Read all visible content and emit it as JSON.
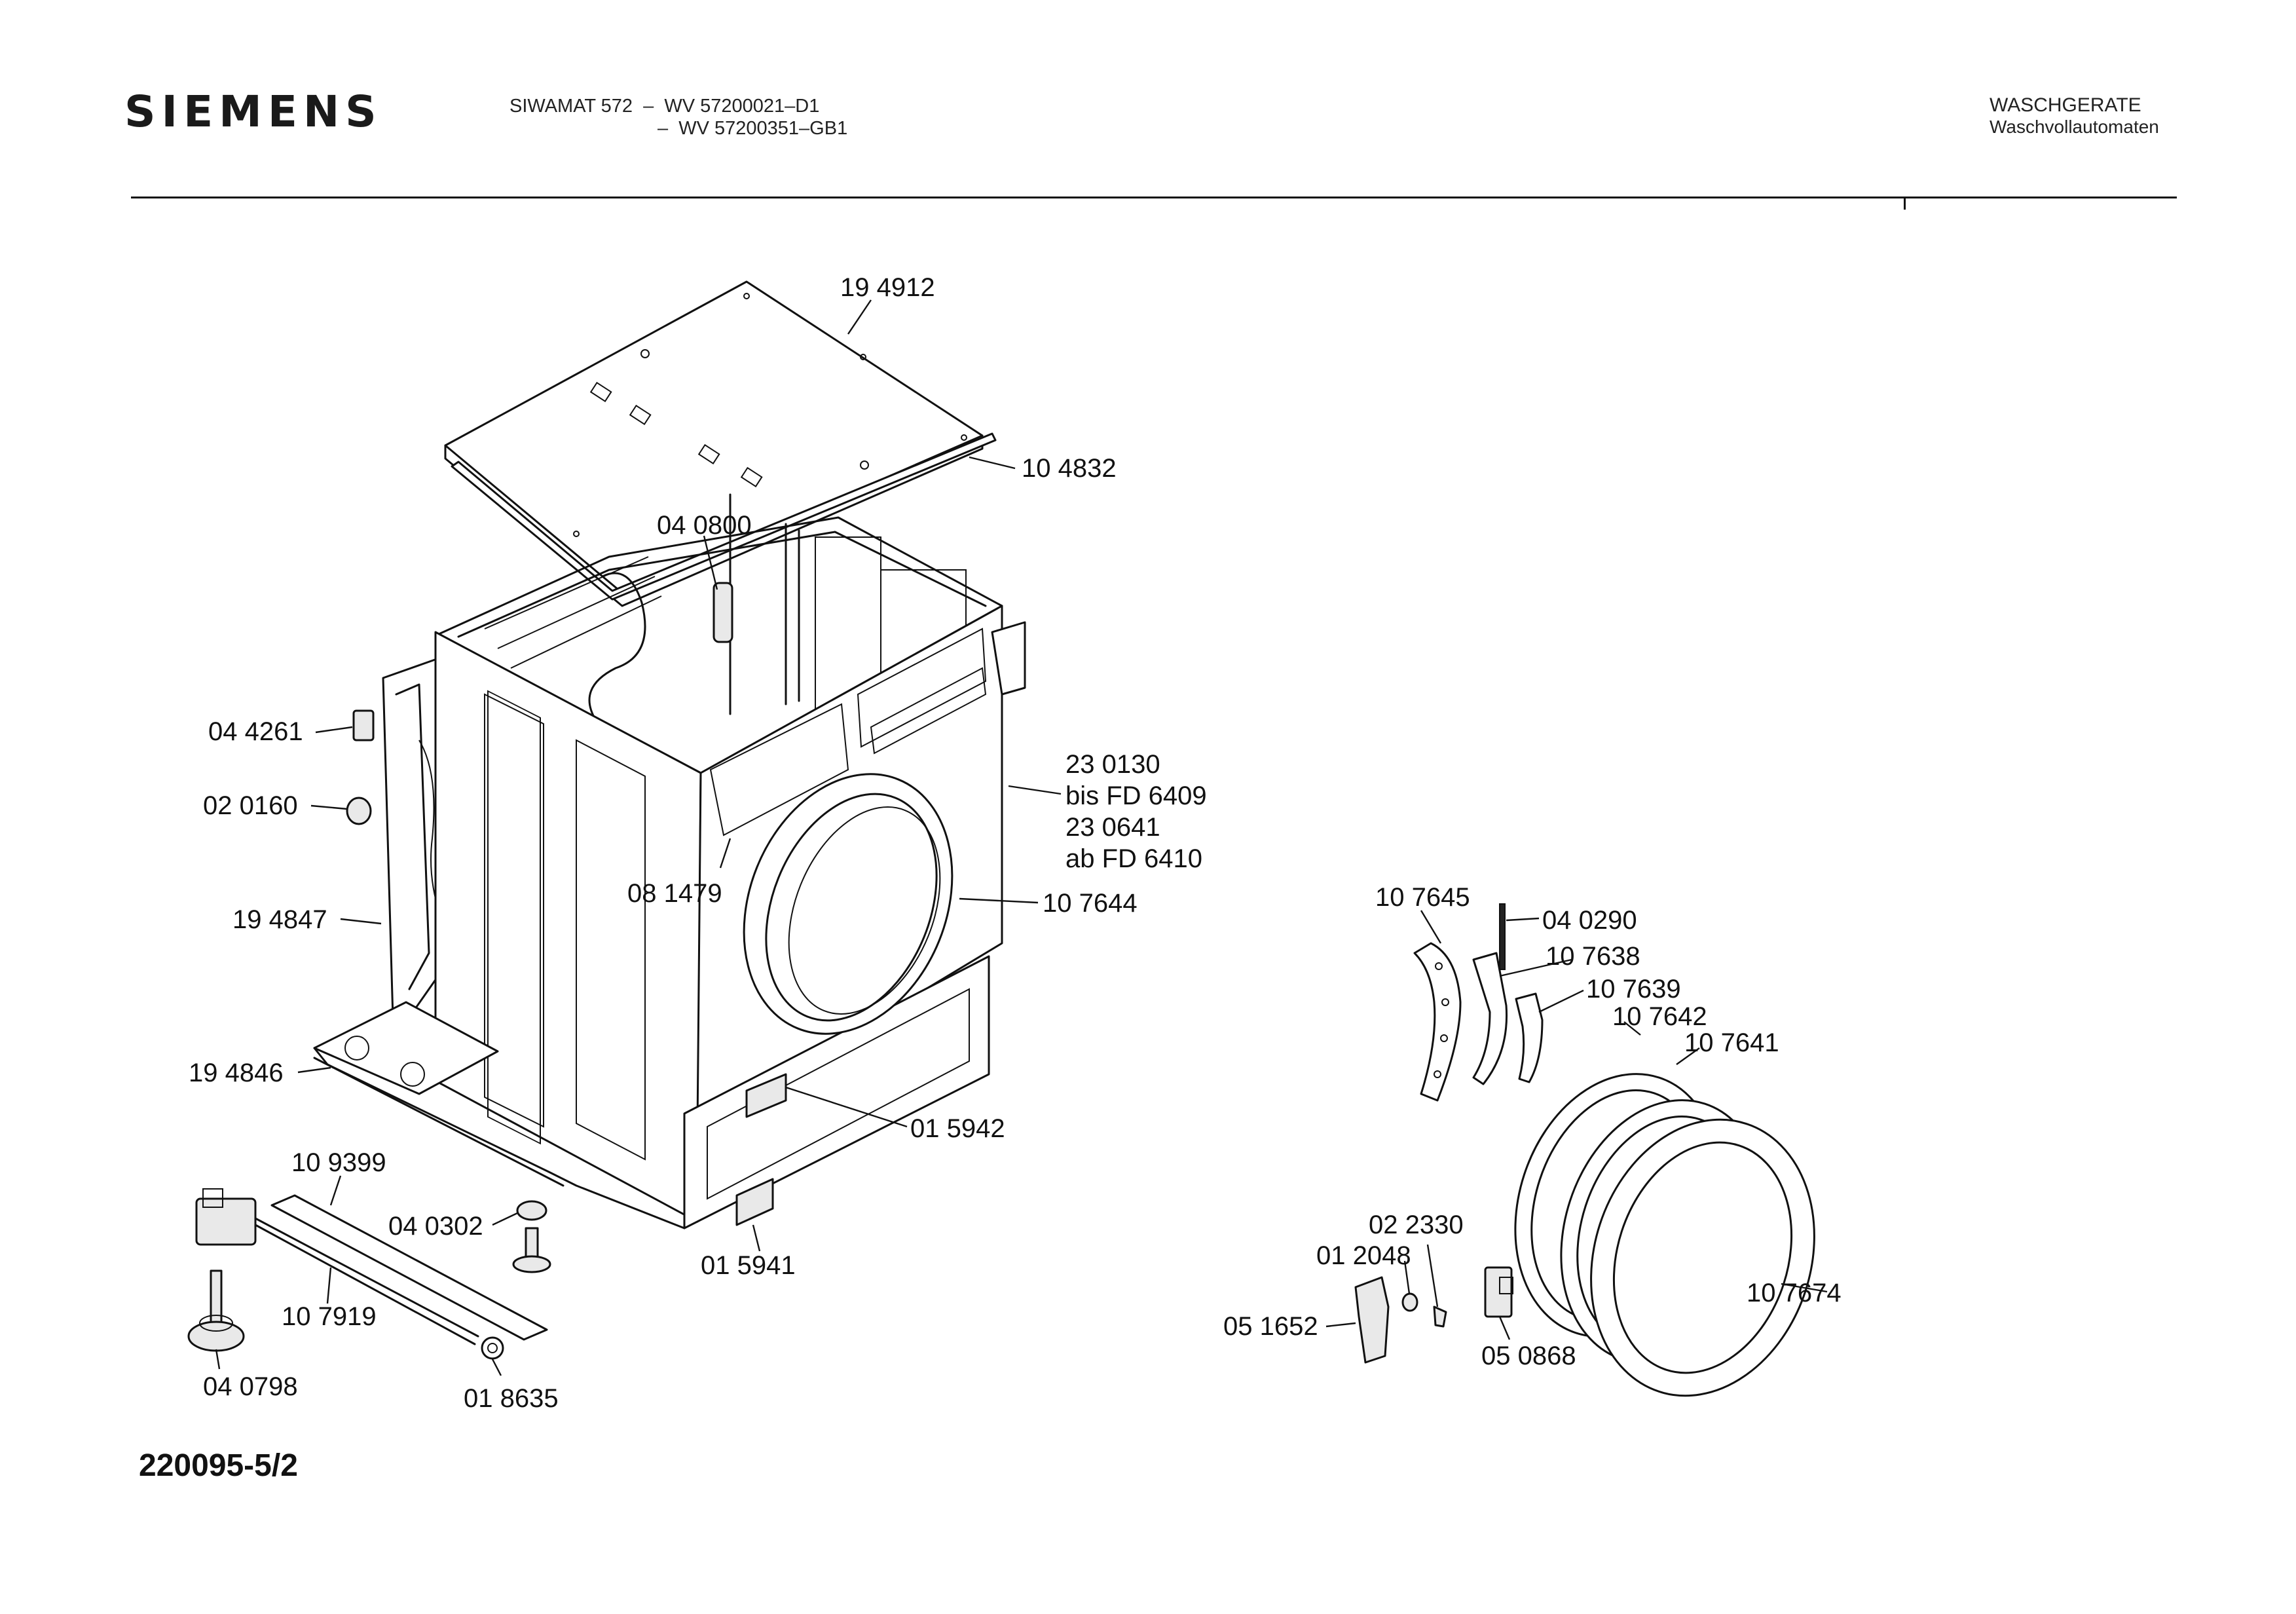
{
  "header": {
    "brand": "SIEMENS",
    "model_line_1": "SIWAMAT 572  –  WV 57200021–D1",
    "model_line_2": "–  WV 57200351–GB1",
    "category": "WASCHGERATE",
    "subcategory": "Waschvollautomaten"
  },
  "footer": {
    "document_number": "220095-5/2"
  },
  "parts": [
    {
      "id": "p-194912",
      "text": "19 4912"
    },
    {
      "id": "p-104832",
      "text": "10 4832"
    },
    {
      "id": "p-040800",
      "text": "04 0800"
    },
    {
      "id": "p-044261",
      "text": "04 4261"
    },
    {
      "id": "p-020160",
      "text": "02 0160"
    },
    {
      "id": "p-194847",
      "text": "19 4847"
    },
    {
      "id": "p-194846",
      "text": "19 4846"
    },
    {
      "id": "p-081479",
      "text": "08 1479"
    },
    {
      "id": "p-230130",
      "text": "23 0130"
    },
    {
      "id": "p-bis",
      "text": "bis FD 6409"
    },
    {
      "id": "p-230641",
      "text": "23 0641"
    },
    {
      "id": "p-ab",
      "text": "ab FD 6410"
    },
    {
      "id": "p-107644",
      "text": "10 7644"
    },
    {
      "id": "p-015942",
      "text": "01 5942"
    },
    {
      "id": "p-015941",
      "text": "01 5941"
    },
    {
      "id": "p-109399",
      "text": "10 9399"
    },
    {
      "id": "p-040302",
      "text": "04 0302"
    },
    {
      "id": "p-107919",
      "text": "10 7919"
    },
    {
      "id": "p-040798",
      "text": "04 0798"
    },
    {
      "id": "p-018635",
      "text": "01 8635"
    },
    {
      "id": "p-107645",
      "text": "10 7645"
    },
    {
      "id": "p-040290",
      "text": "04 0290"
    },
    {
      "id": "p-107638",
      "text": "10 7638"
    },
    {
      "id": "p-107639",
      "text": "10 7639"
    },
    {
      "id": "p-107642",
      "text": "10 7642"
    },
    {
      "id": "p-107641",
      "text": "10 7641"
    },
    {
      "id": "p-022330",
      "text": "02 2330"
    },
    {
      "id": "p-012048",
      "text": "01 2048"
    },
    {
      "id": "p-051652",
      "text": "05 1652"
    },
    {
      "id": "p-050868",
      "text": "05 0868"
    },
    {
      "id": "p-107674",
      "text": "10 7674"
    }
  ]
}
